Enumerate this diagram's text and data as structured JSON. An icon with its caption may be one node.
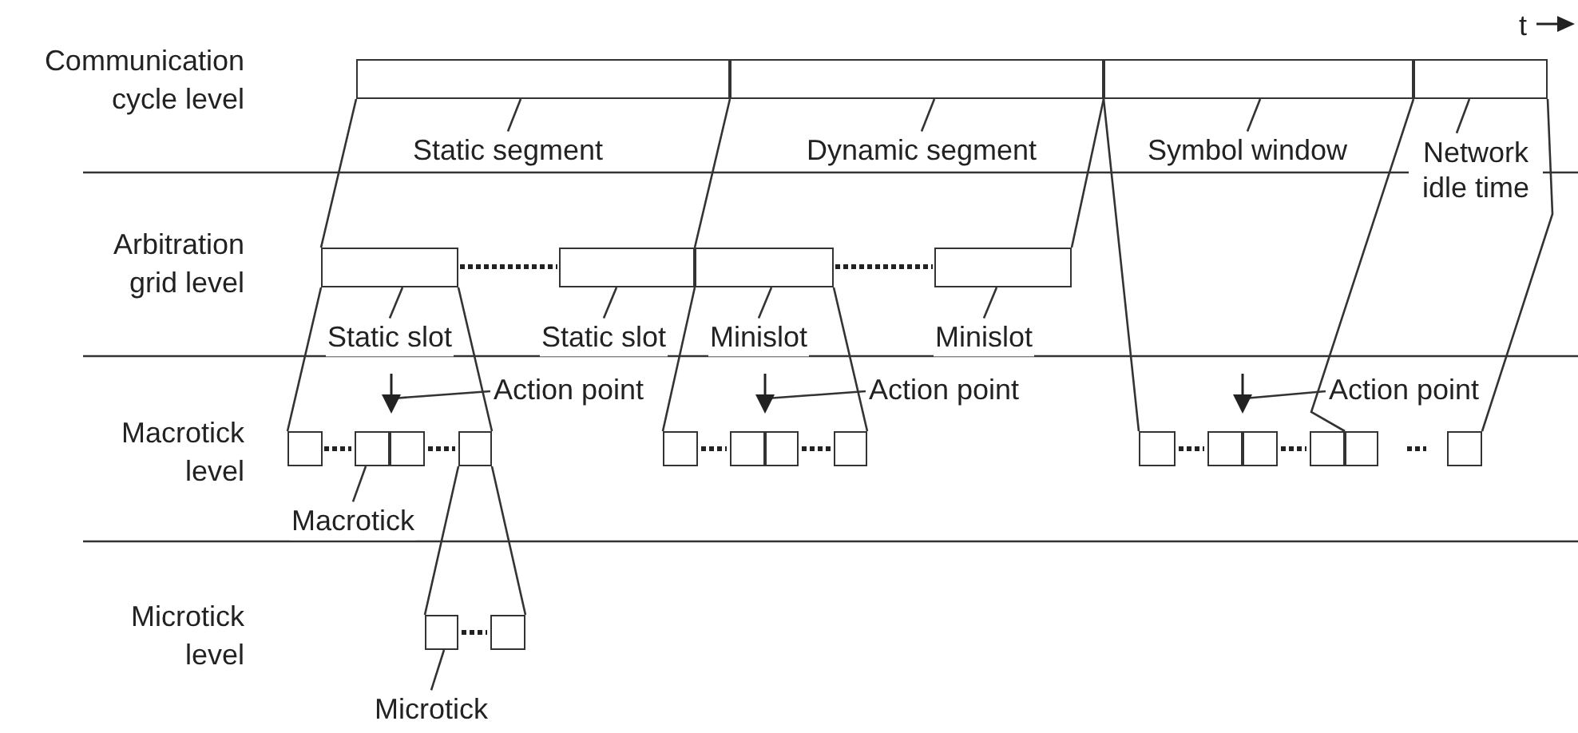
{
  "diagram": {
    "nodes": [
      {
        "text": [],
        "shape": "box"
      },
      {
        "text": [],
        "shape": "box"
      },
      {
        "text": [],
        "shape": "box"
      },
      {
        "text": [],
        "shape": "box"
      },
      {
        "text": [
          "Static segment"
        ]
      },
      {
        "text": [
          "Dynamic segment"
        ]
      },
      {
        "text": [
          "Symbol window"
        ]
      },
      {
        "text": [
          "Network idle time"
        ]
      },
      {
        "text": [],
        "shape": "box"
      },
      {
        "text": [],
        "shape": "box"
      },
      {
        "text": [],
        "shape": "box"
      },
      {
        "text": [],
        "shape": "box"
      },
      {
        "text": [
          "Static slot"
        ]
      },
      {
        "text": [
          "Static slot"
        ]
      },
      {
        "text": [
          "Minislot"
        ]
      },
      {
        "text": [
          "Minislot"
        ]
      },
      {
        "text": [],
        "shape": "arrow"
      },
      {
        "text": [],
        "shape": "arrow"
      },
      {
        "text": [],
        "shape": "arrow"
      },
      {
        "text": [
          "Action point"
        ]
      },
      {
        "text": [
          "Action point"
        ]
      },
      {
        "text": [
          "Action point"
        ]
      },
      {
        "text": [],
        "shape": "box"
      },
      {
        "text": [],
        "shape": "box"
      },
      {
        "text": [],
        "shape": "box"
      },
      {
        "text": [],
        "shape": "box"
      },
      {
        "text": [],
        "shape": "box"
      },
      {
        "text": [],
        "shape": "box"
      },
      {
        "text": [],
        "shape": "box"
      },
      {
        "text": [],
        "shape": "box"
      },
      {
        "text": [],
        "shape": "box"
      },
      {
        "text": [],
        "shape": "box"
      },
      {
        "text": [],
        "shape": "box"
      },
      {
        "text": [],
        "shape": "box"
      },
      {
        "text": [],
        "shape": "box"
      },
      {
        "text": [],
        "shape": "box"
      },
      {
        "text": [
          "Macrotick"
        ]
      },
      {
        "text": [],
        "shape": "box"
      },
      {
        "text": [],
        "shape": "box"
      },
      {
        "text": [
          "Microtick"
        ]
      }
    ],
    "edges": [
      {
        "from": 4,
        "to": 0,
        "arrow": "none"
      },
      {
        "from": 5,
        "to": 1,
        "arrow": "none"
      },
      {
        "from": 6,
        "to": 2,
        "arrow": "none"
      },
      {
        "from": 7,
        "to": 3,
        "arrow": "none"
      },
      {
        "from": 12,
        "to": 8,
        "arrow": "none"
      },
      {
        "from": 13,
        "to": 9,
        "arrow": "none"
      },
      {
        "from": 14,
        "to": 10,
        "arrow": "none"
      },
      {
        "from": 15,
        "to": 11,
        "arrow": "none"
      },
      {
        "from": 19,
        "to": 16,
        "arrow": "none"
      },
      {
        "from": 20,
        "to": 17,
        "arrow": "none"
      },
      {
        "from": 21,
        "to": 18,
        "arrow": "none"
      },
      {
        "from": 36,
        "to": 23,
        "arrow": "none"
      },
      {
        "from": 39,
        "to": 37,
        "arrow": "none"
      },
      {
        "from": 0,
        "to": 8,
        "arrow": "none"
      },
      {
        "from": 0,
        "to": 9,
        "arrow": "none"
      },
      {
        "from": 1,
        "to": 11,
        "arrow": "none"
      },
      {
        "from": 2,
        "to": 30,
        "arrow": "none"
      },
      {
        "from": 3,
        "to": 33,
        "arrow": "none"
      },
      {
        "from": 3,
        "to": 35,
        "arrow": "none"
      },
      {
        "from": 8,
        "to": 22,
        "arrow": "none"
      },
      {
        "from": 8,
        "to": 25,
        "arrow": "none"
      },
      {
        "from": 10,
        "to": 26,
        "arrow": "none"
      },
      {
        "from": 10,
        "to": 29,
        "arrow": "none"
      },
      {
        "from": 25,
        "to": 37,
        "arrow": "none"
      },
      {
        "from": 25,
        "to": 38,
        "arrow": "none"
      }
    ],
    "labels": [
      "t",
      "Communication cycle level",
      "Arbitration grid level",
      "Macrotick level",
      "Microtick level"
    ]
  }
}
